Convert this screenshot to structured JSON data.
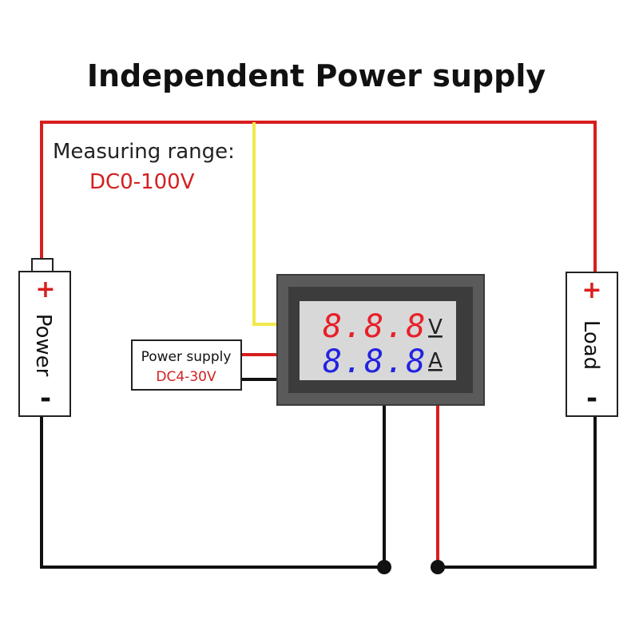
{
  "title": "Independent Power supply",
  "measuring_range": {
    "label": "Measuring range:",
    "value": "DC0-100V"
  },
  "power_battery": {
    "label": "Power",
    "plus": "+",
    "minus": "-"
  },
  "load_battery": {
    "label": "Load",
    "plus": "+",
    "minus": "-"
  },
  "meter_power_supply": {
    "label": "Power supply",
    "value": "DC4-30V"
  },
  "meter": {
    "voltage_digits": "8.8.8",
    "voltage_unit": "V",
    "current_digits": "8.8.8",
    "current_unit": "A"
  },
  "colors": {
    "wire_red": "#d81e1e",
    "wire_black": "#111111",
    "wire_yellow": "#f2e84a",
    "voltage_digits": "#e8202a",
    "current_digits": "#2323e0",
    "meter_bezel": "#4a4a4a",
    "meter_screen": "#d8d8d8"
  }
}
